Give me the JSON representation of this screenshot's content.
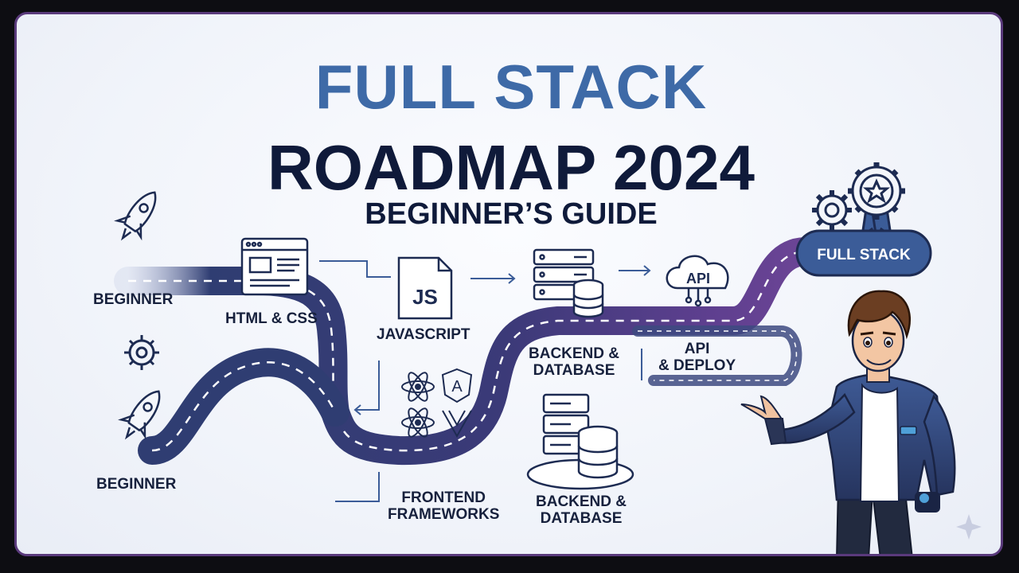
{
  "title": {
    "line1": "FULL STACK",
    "line2": "ROADMAP 2024",
    "line3": "BEGINNER’S GUIDE"
  },
  "labels": {
    "beginner_top": "BEGINNER",
    "beginner_bottom": "BEGINNER",
    "html_css": "HTML & CSS",
    "javascript": "JAVASCRIPT",
    "backend_db_1_line1": "BACKEND &",
    "backend_db_1_line2": "DATABASE",
    "api_deploy_line1": "API",
    "api_deploy_line2": "& DEPLOY",
    "frontend_line1": "FRONTEND",
    "frontend_line2": "FRAMEWORKS",
    "backend_db_2_line1": "BACKEND &",
    "backend_db_2_line2": "DATABASE",
    "full_stack": "FULL STACK",
    "js_icon": "JS",
    "api_icon": "API"
  },
  "colors": {
    "frame": "#5a3a7c",
    "title_blue": "#3e6aa7",
    "title_navy": "#0f1a3a",
    "road_dark": "#2e3a6b",
    "road_purple": "#6b3f8f",
    "badge": "#3b5c98"
  },
  "icons": [
    "rocket-icon",
    "gear-icon",
    "browser-window-icon",
    "js-file-icon",
    "server-database-icon",
    "api-cloud-icon",
    "react-icon",
    "angular-icon",
    "vue-icon",
    "award-gear-icon",
    "developer-character"
  ]
}
